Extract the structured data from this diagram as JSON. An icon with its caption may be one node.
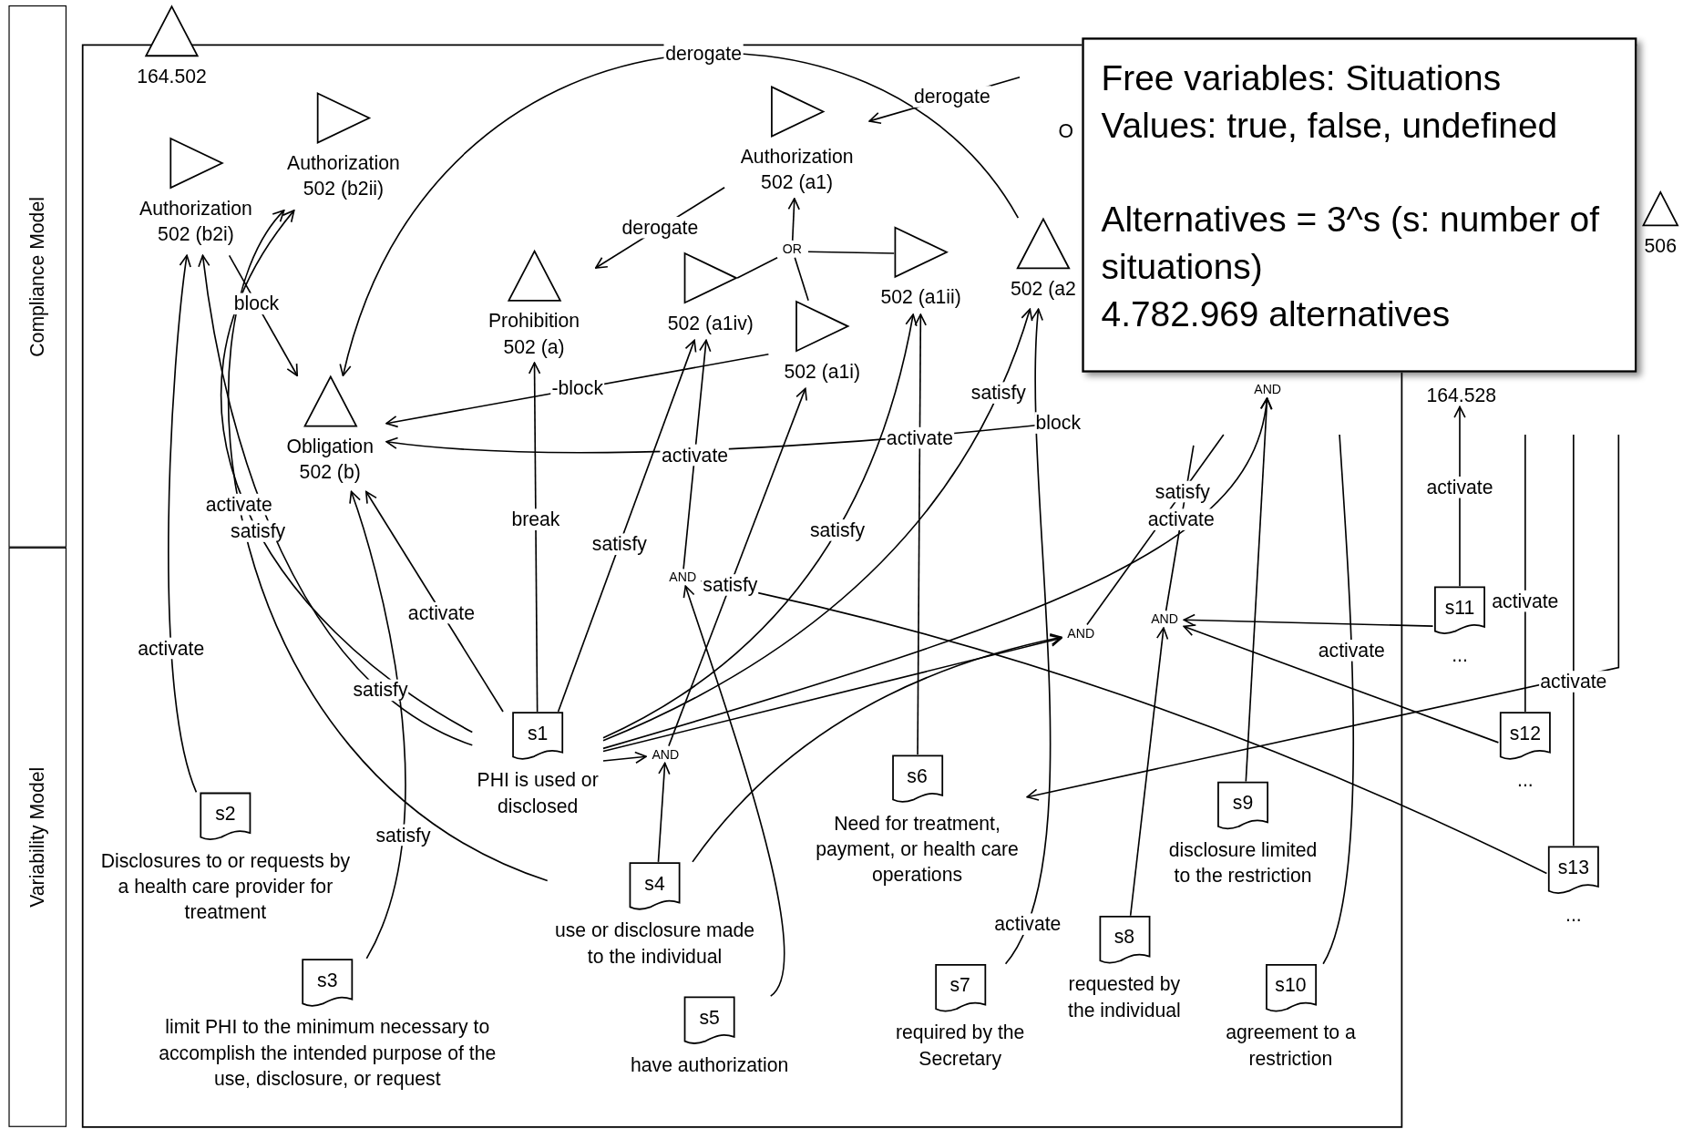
{
  "diagram": {
    "nodes": [
      {
        "text": [
          "Compliance Model"
        ]
      },
      {
        "text": [
          "Variability Model"
        ]
      },
      {
        "text": [
          "164.502"
        ]
      },
      {
        "text": [
          "Authorization 502 (b2i)"
        ]
      },
      {
        "text": [
          "Authorization 502 (b2ii)"
        ]
      },
      {
        "text": [
          "Prohibition 502 (a)"
        ]
      },
      {
        "text": [
          "Authorization 502 (a1)"
        ]
      },
      {
        "text": [
          "OR"
        ]
      },
      {
        "text": [
          "502 (a1iv)"
        ]
      },
      {
        "text": [
          "502 (a1i)"
        ]
      },
      {
        "text": [
          "502 (a1ii)"
        ]
      },
      {
        "text": [
          "502 (a2"
        ]
      },
      {
        "text": [
          "506"
        ]
      },
      {
        "text": [
          "Obligation 502 (b)"
        ]
      },
      {
        "text": [
          "AND"
        ]
      },
      {
        "text": [
          "164.528"
        ]
      },
      {
        "text": [
          "AND"
        ]
      },
      {
        "text": [
          "AND"
        ]
      },
      {
        "text": [
          "AND"
        ]
      },
      {
        "text": [
          "AND"
        ]
      },
      {
        "text": [
          "s1",
          "PHI is used or disclosed"
        ]
      },
      {
        "text": [
          "s2",
          "Disclosures to or requests by a health care provider for treatment"
        ]
      },
      {
        "text": [
          "s3",
          "limit PHI to the minimum necessary to accomplish the intended purpose of the use, disclosure, or request"
        ]
      },
      {
        "text": [
          "s4",
          "use or disclosure made to the individual"
        ]
      },
      {
        "text": [
          "s5",
          "have authorization"
        ]
      },
      {
        "text": [
          "s6",
          "Need for treatment, payment, or health care operations"
        ]
      },
      {
        "text": [
          "s7",
          "required by the Secretary"
        ]
      },
      {
        "text": [
          "s8",
          "requested by the individual"
        ]
      },
      {
        "text": [
          "s9",
          "disclosure limited to the restriction"
        ]
      },
      {
        "text": [
          "s10",
          "agreement to a restriction"
        ]
      },
      {
        "text": [
          "s11",
          "..."
        ]
      },
      {
        "text": [
          "s12",
          "..."
        ]
      },
      {
        "text": [
          "s13",
          "..."
        ]
      },
      {
        "text": [
          "Free variables: Situations",
          "Values: true, false, undefined",
          "Alternatives = 3^s (s: number of situations)",
          "4.782.969 alternatives"
        ]
      }
    ],
    "edges": [
      {
        "from": 11,
        "to": 13,
        "label": "derogate",
        "arrow": "to"
      },
      {
        "from": null,
        "to": 6,
        "label": "derogate",
        "arrow": "to"
      },
      {
        "from": 6,
        "to": 5,
        "label": "derogate",
        "arrow": "to"
      },
      {
        "from": 7,
        "to": 6,
        "arrow": "to"
      },
      {
        "from": 8,
        "to": 7,
        "arrow": "none"
      },
      {
        "from": 9,
        "to": 7,
        "arrow": "none"
      },
      {
        "from": 10,
        "to": 7,
        "arrow": "none"
      },
      {
        "from": 3,
        "to": 13,
        "label": "block",
        "arrow": "to"
      },
      {
        "from": 9,
        "to": 13,
        "label": "-block",
        "arrow": "to"
      },
      {
        "from": null,
        "to": 13,
        "label": "block",
        "arrow": "to"
      },
      {
        "from": 21,
        "to": 3,
        "label": "activate",
        "arrow": "to"
      },
      {
        "from": 20,
        "to": 3,
        "label": "satisfy",
        "arrow": "to"
      },
      {
        "from": 20,
        "to": 4,
        "label": "satisfy",
        "arrow": "to"
      },
      {
        "from": 23,
        "to": 4,
        "label": "activate",
        "arrow": "to"
      },
      {
        "from": 20,
        "to": 13,
        "label": "activate",
        "arrow": "to"
      },
      {
        "from": 22,
        "to": 13,
        "label": "satisfy",
        "arrow": "to"
      },
      {
        "from": 20,
        "to": 5,
        "label": "break",
        "arrow": "to"
      },
      {
        "from": 20,
        "to": 8,
        "label": "satisfy",
        "arrow": "to"
      },
      {
        "from": 16,
        "to": 8,
        "label": "activate",
        "arrow": "to"
      },
      {
        "from": 17,
        "to": 9,
        "label": "satisfy",
        "arrow": "to"
      },
      {
        "from": 20,
        "to": 17,
        "arrow": "to"
      },
      {
        "from": 23,
        "to": 17,
        "arrow": "to"
      },
      {
        "from": 24,
        "to": 16,
        "arrow": "to"
      },
      {
        "from": 32,
        "to": 16,
        "arrow": "to"
      },
      {
        "from": 20,
        "to": 10,
        "label": "satisfy",
        "arrow": "to"
      },
      {
        "from": 25,
        "to": 10,
        "label": "activate",
        "arrow": "to"
      },
      {
        "from": 20,
        "to": 11,
        "label": "satisfy",
        "arrow": "to"
      },
      {
        "from": 26,
        "to": 11,
        "label": "activate",
        "arrow": "to"
      },
      {
        "from": 20,
        "to": 18,
        "arrow": "to"
      },
      {
        "from": 23,
        "to": 18,
        "arrow": "to"
      },
      {
        "from": 18,
        "to": null,
        "label": "satisfy",
        "arrow": "none"
      },
      {
        "from": 20,
        "to": 14,
        "arrow": "to"
      },
      {
        "from": 28,
        "to": 14,
        "arrow": "to"
      },
      {
        "from": 30,
        "to": 19,
        "arrow": "to"
      },
      {
        "from": 31,
        "to": 19,
        "arrow": "to"
      },
      {
        "from": 27,
        "to": 19,
        "arrow": "to"
      },
      {
        "from": 19,
        "to": null,
        "label": "activate",
        "arrow": "none"
      },
      {
        "from": 29,
        "to": null,
        "label": "activate",
        "arrow": "none"
      },
      {
        "from": null,
        "to": 25,
        "arrow": "to"
      },
      {
        "from": 30,
        "to": 15,
        "label": "activate",
        "arrow": "to"
      },
      {
        "from": 31,
        "to": null,
        "label": "activate",
        "arrow": "none"
      },
      {
        "from": 32,
        "to": null,
        "label": "activate",
        "arrow": "none"
      }
    ],
    "labels": [
      "O"
    ]
  }
}
